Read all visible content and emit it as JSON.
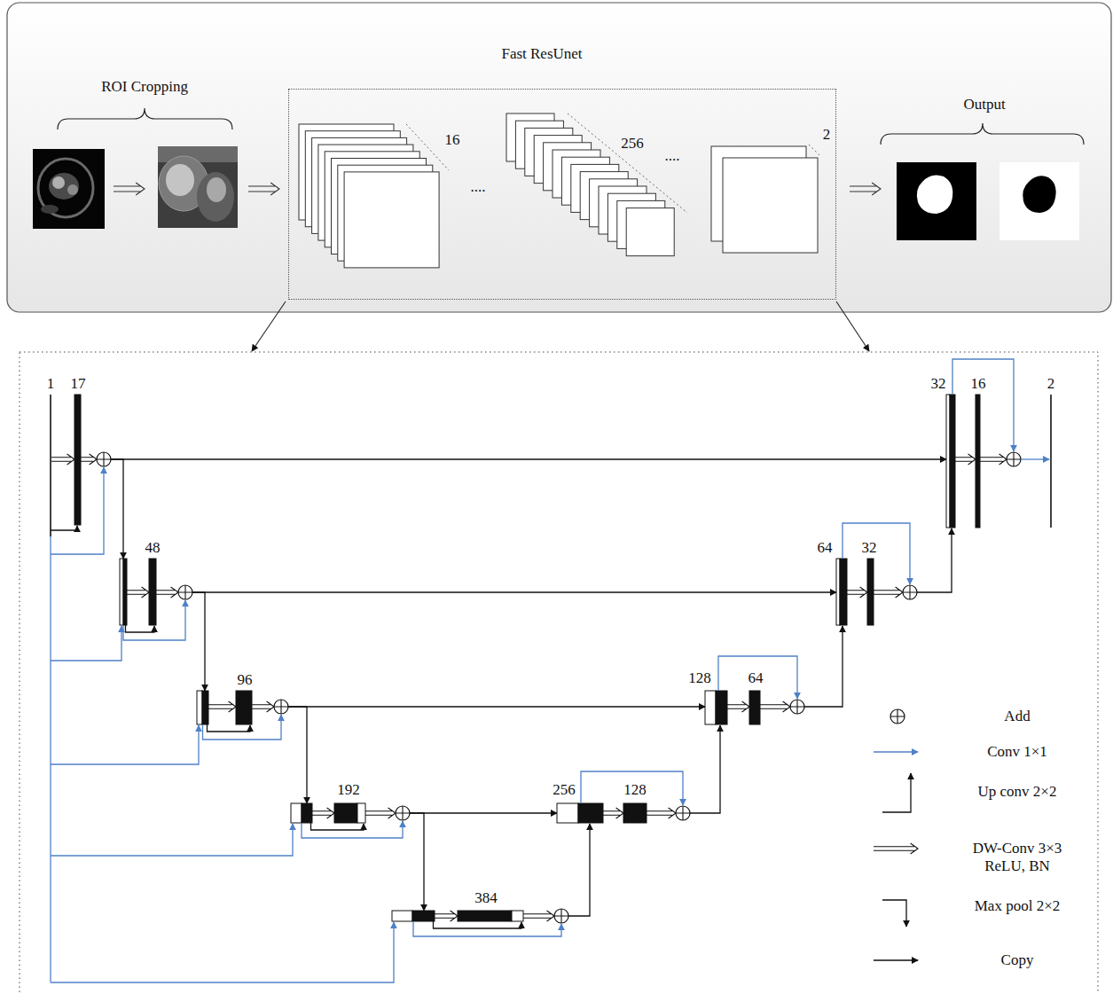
{
  "diagram": {
    "nodes": [
      {
        "text": [
          "Fast ResUnet"
        ]
      },
      {
        "text": [
          "16"
        ],
        "in": 0
      },
      {
        "text": [
          "256"
        ],
        "in": 0
      },
      {
        "text": [
          "2"
        ],
        "in": 0
      }
    ],
    "labels": [
      "ROI Cropping",
      "....",
      "....",
      "Output",
      "1",
      "17",
      "48",
      "96",
      "192",
      "384",
      "256",
      "128",
      "128",
      "64",
      "64",
      "32",
      "32",
      "16",
      "2"
    ],
    "legend": [
      {
        "text": "Add"
      },
      {
        "text": "Conv 1×1"
      },
      {
        "text": "Up conv 2×2"
      },
      {
        "text": "DW-Conv 3×3 ReLU, BN"
      },
      {
        "text": "Max pool 2×2"
      },
      {
        "text": "Copy"
      }
    ]
  }
}
